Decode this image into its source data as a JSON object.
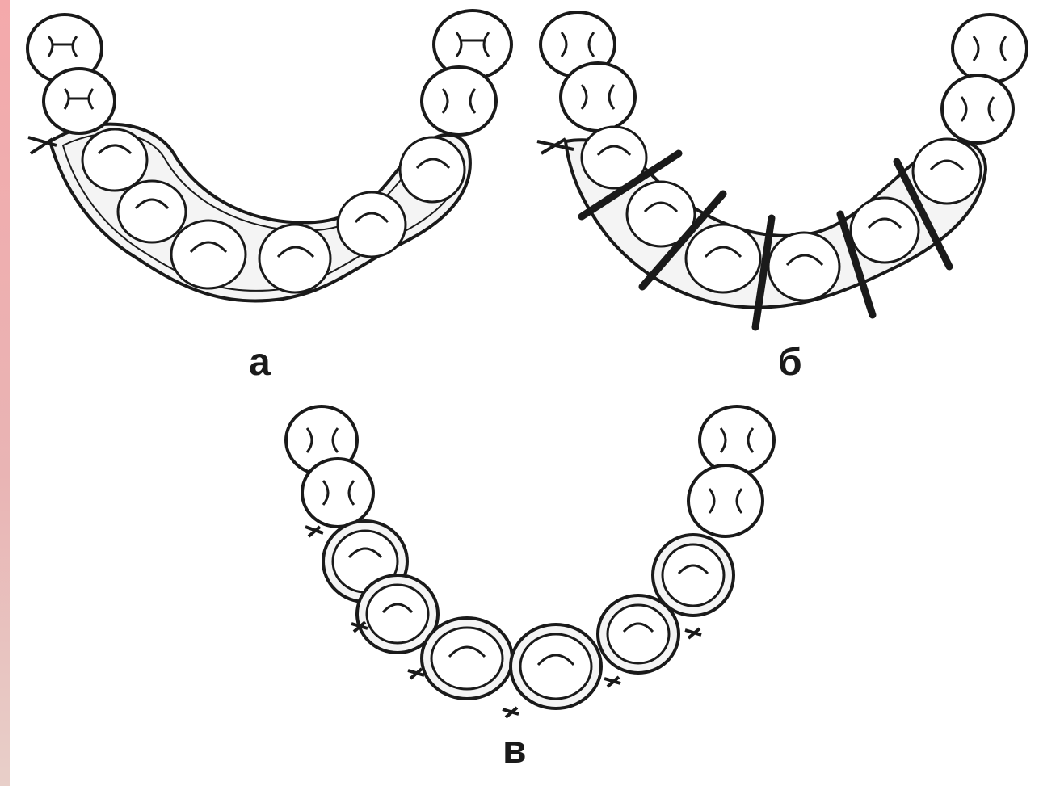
{
  "figure": {
    "panels": [
      {
        "id": "a",
        "label": "а"
      },
      {
        "id": "b",
        "label": "б"
      },
      {
        "id": "v",
        "label": "в"
      }
    ]
  },
  "colors": {
    "line": "#1a1a1a",
    "tooth_fill": "#ffffff",
    "wire_fill": "#f4f4f4",
    "side_bar": "#f4a9ab"
  }
}
